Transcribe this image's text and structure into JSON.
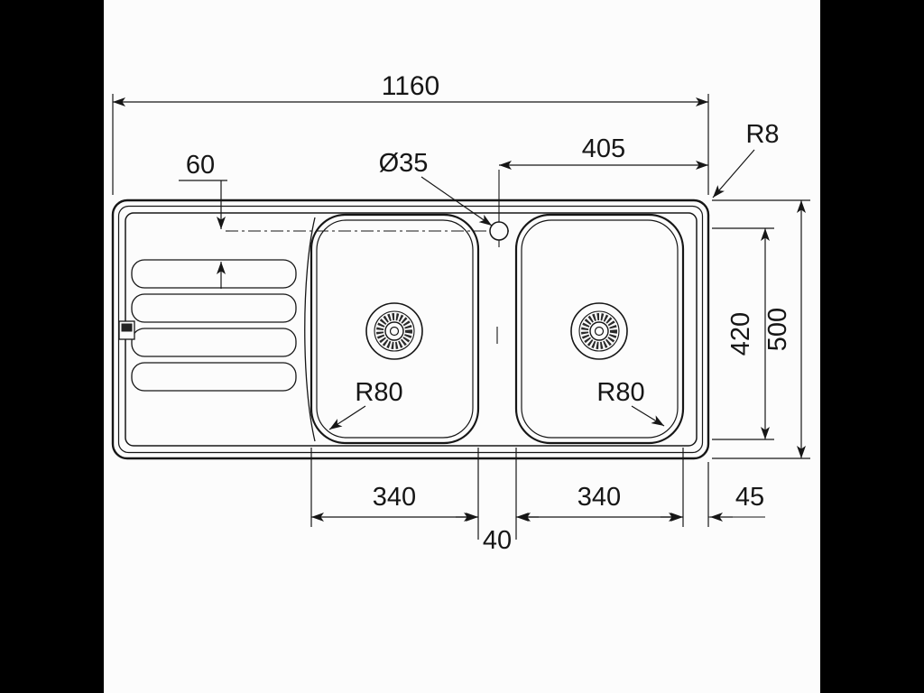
{
  "canvas": {
    "background": "#000000",
    "paper": "#fcfcfc",
    "ink": "#161616"
  },
  "labels": {
    "overall_width": "1160",
    "drainer_offset": "60",
    "faucet_hole_diameter": "Ø35",
    "hole_to_right_edge": "405",
    "outer_corner_radius": "R8",
    "bowl_depth": "420",
    "overall_depth": "500",
    "left_bowl_width": "340",
    "right_bowl_width": "340",
    "bowl_gap": "40",
    "right_margin": "45",
    "left_bowl_radius": "R80",
    "right_bowl_radius": "R80"
  }
}
